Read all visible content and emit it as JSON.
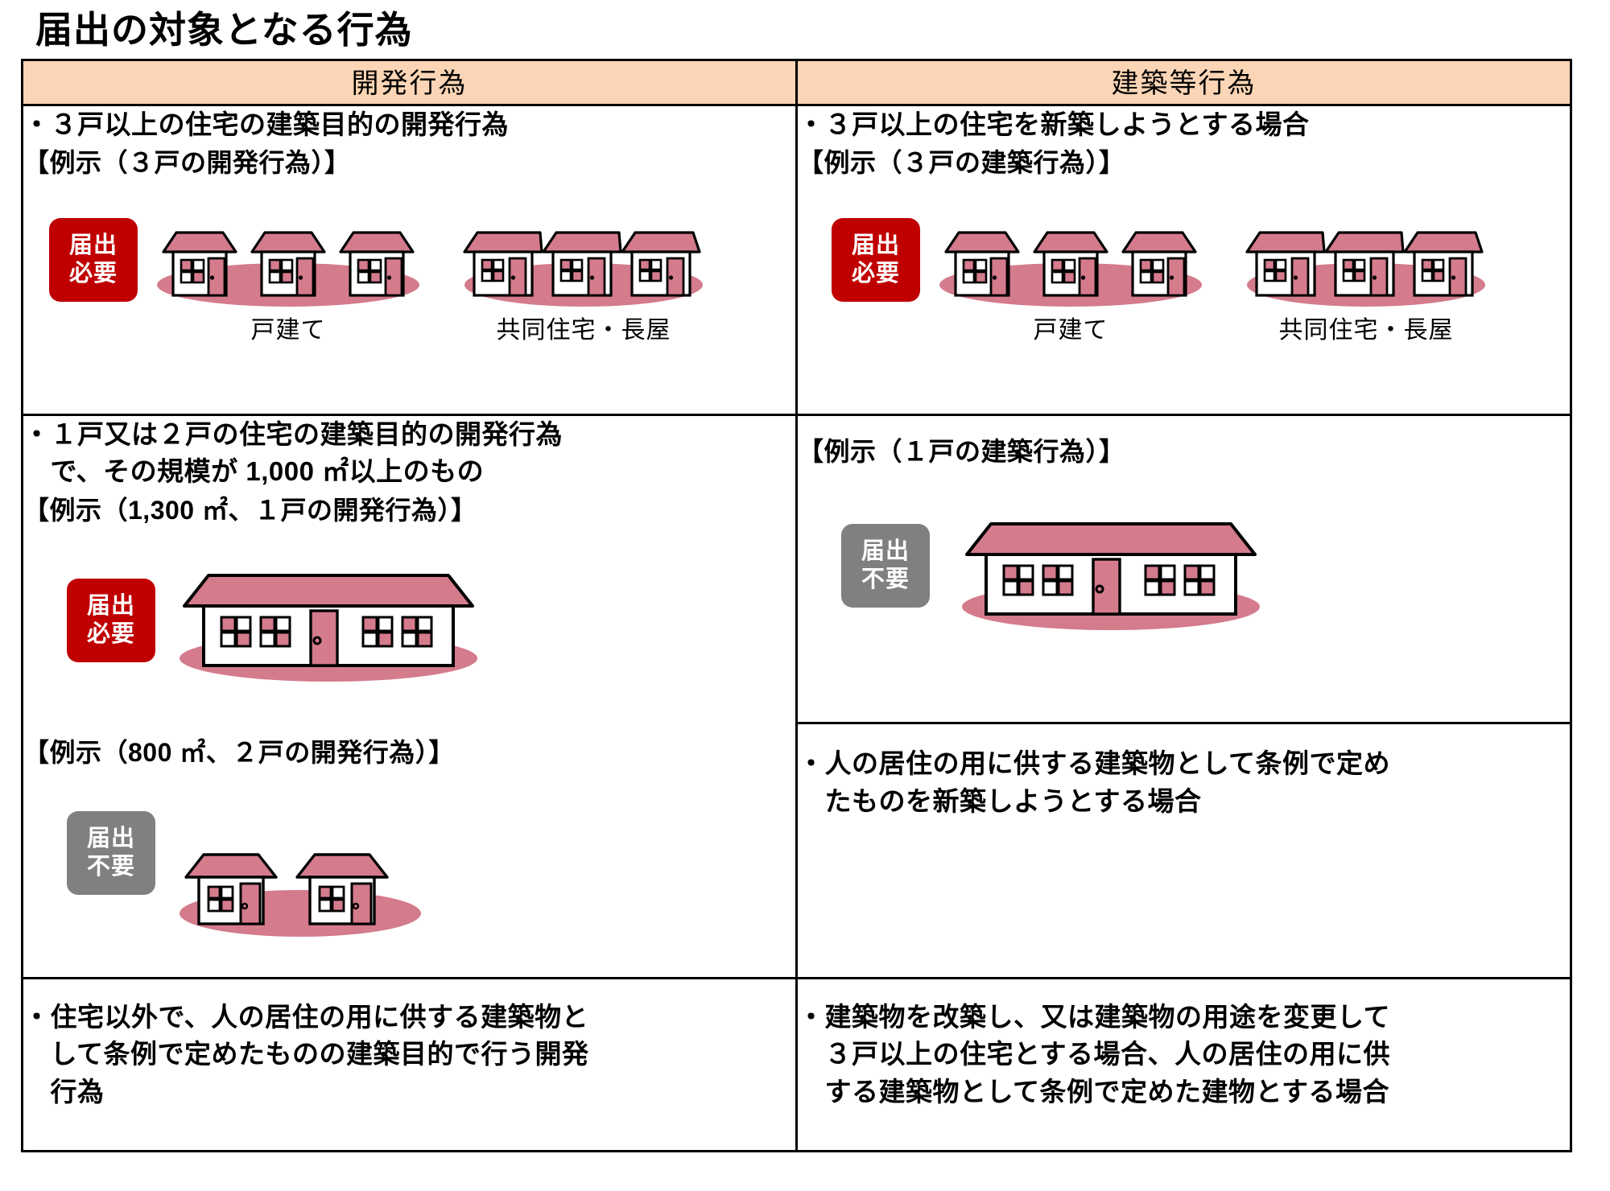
{
  "page": {
    "title": "届出の対象となる行為"
  },
  "table": {
    "headers": {
      "left": "開発行為",
      "right": "建築等行為"
    },
    "left_column": [
      {
        "bullet": "・３戸以上の住宅の建築目的の開発行為",
        "example_label": "【例示（３戸の開発行為）】",
        "badge": {
          "line1": "届出",
          "line2": "必要",
          "status": "required"
        },
        "group_captions": [
          "戸建て",
          "共同住宅・長屋"
        ]
      },
      {
        "bullet_line1": "・１戸又は２戸の住宅の建築目的の開発行為",
        "bullet_line2": "　で、その規模が 1,000 ㎡以上のもの",
        "example_label_1": "【例示（1,300 ㎡、１戸の開発行為）】",
        "badge_1": {
          "line1": "届出",
          "line2": "必要",
          "status": "required"
        },
        "example_label_2": "【例示（800 ㎡、２戸の開発行為）】",
        "badge_2": {
          "line1": "届出",
          "line2": "不要",
          "status": "not-required"
        }
      },
      {
        "bullet_line1": "・住宅以外で、人の居住の用に供する建築物と",
        "bullet_line2": "　して条例で定めたものの建築目的で行う開発",
        "bullet_line3": "　行為"
      }
    ],
    "right_column": [
      {
        "bullet": "・３戸以上の住宅を新築しようとする場合",
        "example_label": "【例示（３戸の建築行為）】",
        "badge": {
          "line1": "届出",
          "line2": "必要",
          "status": "required"
        },
        "group_captions": [
          "戸建て",
          "共同住宅・長屋"
        ]
      },
      {
        "example_label": "【例示（１戸の建築行為）】",
        "badge": {
          "line1": "届出",
          "line2": "不要",
          "status": "not-required"
        }
      },
      {
        "bullet_line1": "・人の居住の用に供する建築物として条例で定め",
        "bullet_line2": "　たものを新築しようとする場合"
      },
      {
        "bullet_line1": "・建築物を改築し、又は建築物の用途を変更して",
        "bullet_line2": "　３戸以上の住宅とする場合、人の居住の用に供",
        "bullet_line3": "　する建築物として条例で定めた建物とする場合"
      }
    ]
  },
  "colors": {
    "header_background": "#fbd5b5",
    "badge_required": "#c00000",
    "badge_not_required": "#808080",
    "roof": "#d47b8c",
    "ground_shadow": "#d47b8c",
    "outline": "#000000"
  }
}
